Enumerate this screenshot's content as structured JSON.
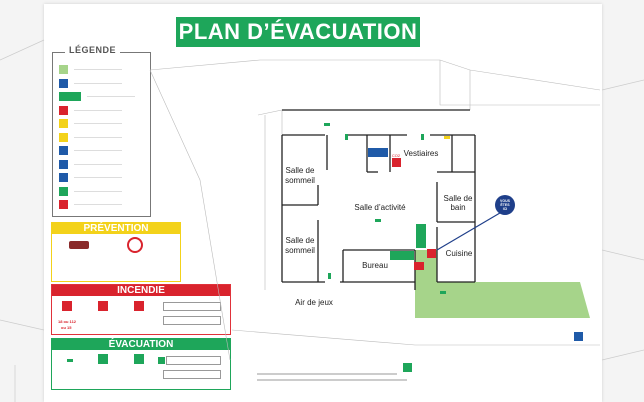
{
  "title": "PLAN D’ÉVACUATION",
  "legend": {
    "title": "LÉGENDE",
    "items": [
      {
        "icon": "assembly-point-icon",
        "color": "#a6d48a"
      },
      {
        "icon": "wheelchair-icon",
        "color": "#1f5aa8"
      },
      {
        "icon": "emergency-exit-icon",
        "color": "#1ea65a"
      },
      {
        "icon": "fire-extinguisher-icon",
        "color": "#d9232d"
      },
      {
        "icon": "electrical-cutoff-icon",
        "color": "#f3d21a"
      },
      {
        "icon": "electrical-panel-icon",
        "color": "#f3d21a"
      },
      {
        "icon": "accessible-toilet-icon",
        "color": "#1f5aa8"
      },
      {
        "icon": "female-toilet-icon",
        "color": "#1f5aa8"
      },
      {
        "icon": "male-toilet-icon",
        "color": "#1f5aa8"
      },
      {
        "icon": "first-aid-icon",
        "color": "#1ea65a"
      },
      {
        "icon": "alarm-trigger-icon",
        "color": "#d9232d"
      }
    ]
  },
  "prevention": {
    "title": "PRÉVENTION"
  },
  "incendie": {
    "title": "INCENDIE",
    "phone": "18 ou 112",
    "phone2": "ou 15"
  },
  "evacuation": {
    "title": "ÉVACUATION"
  },
  "plan": {
    "rooms": {
      "sommeil1": [
        "Salle de",
        "sommeil"
      ],
      "sommeil2": [
        "Salle de",
        "sommeil"
      ],
      "vestiaires": "Vestiaires",
      "activite": "Salle d’activité",
      "bain": [
        "Salle de",
        "bain"
      ],
      "cuisine": "Cuisine",
      "bureau": "Bureau",
      "jeux": "Air de jeux"
    },
    "co2": "CO2",
    "you_are_here": [
      "VOUS",
      "ÊTES",
      "ICI"
    ]
  },
  "colors": {
    "green": "#1ea65a",
    "red": "#d9232d",
    "yellow": "#f3d21a",
    "blue": "#1f5aa8",
    "assembly": "#a6d48a"
  }
}
